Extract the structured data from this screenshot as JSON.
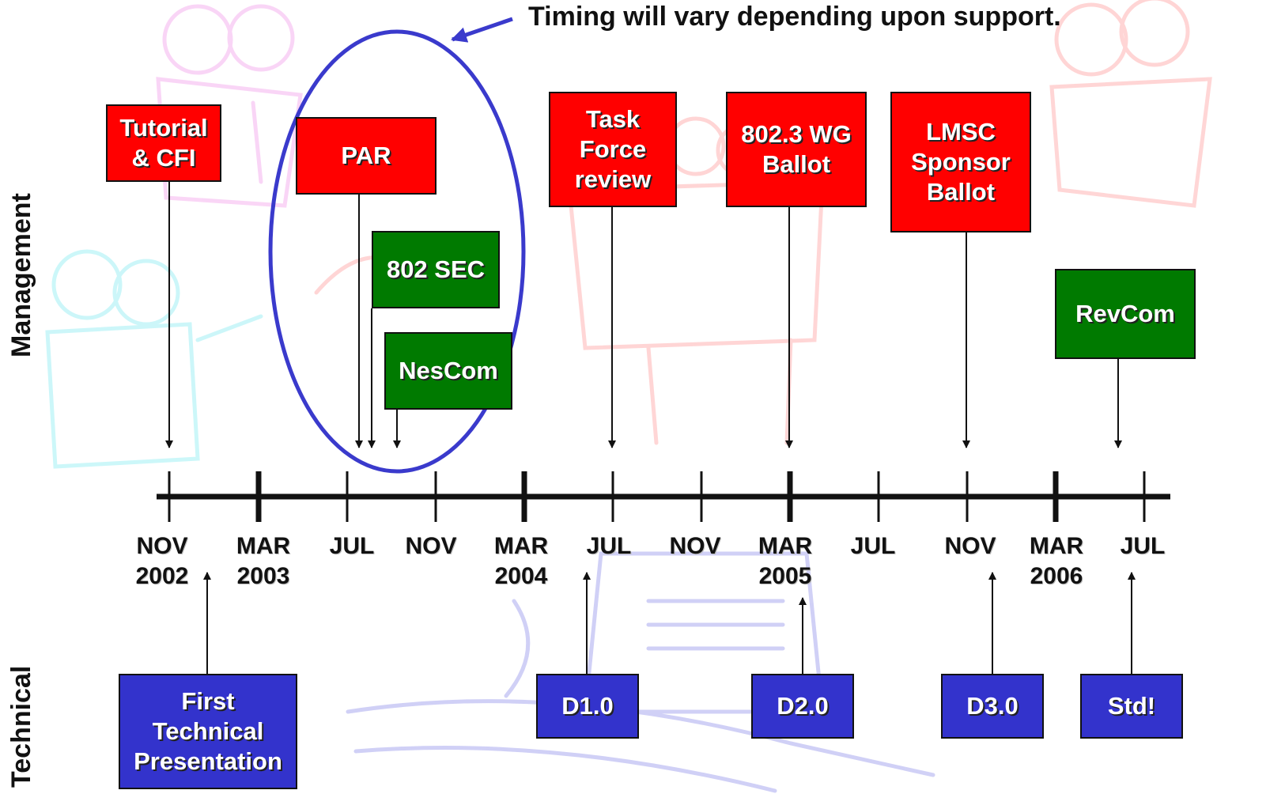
{
  "note": "Timing will vary depending upon support.",
  "side_labels": {
    "management": "Management",
    "technical": "Technical"
  },
  "colors": {
    "management_red": "#ff0000",
    "management_green": "#007a00",
    "technical_blue": "#3333cc",
    "highlight_oval": "#3a3acc"
  },
  "timeline_ticks": [
    {
      "month": "NOV",
      "year": "2002",
      "major": false
    },
    {
      "month": "MAR",
      "year": "2003",
      "major": true
    },
    {
      "month": "JUL",
      "year": "",
      "major": false
    },
    {
      "month": "NOV",
      "year": "",
      "major": false
    },
    {
      "month": "MAR",
      "year": "2004",
      "major": true
    },
    {
      "month": "JUL",
      "year": "",
      "major": false
    },
    {
      "month": "NOV",
      "year": "",
      "major": false
    },
    {
      "month": "MAR",
      "year": "2005",
      "major": true
    },
    {
      "month": "JUL",
      "year": "",
      "major": false
    },
    {
      "month": "NOV",
      "year": "",
      "major": false
    },
    {
      "month": "MAR",
      "year": "2006",
      "major": true
    },
    {
      "month": "JUL",
      "year": "",
      "major": false
    }
  ],
  "management_milestones": [
    {
      "label": "Tutorial\n& CFI",
      "color": "red"
    },
    {
      "label": "PAR",
      "color": "red"
    },
    {
      "label": "802 SEC",
      "color": "green"
    },
    {
      "label": "NesCom",
      "color": "green"
    },
    {
      "label": "Task\nForce\nreview",
      "color": "red"
    },
    {
      "label": "802.3 WG\nBallot",
      "color": "red"
    },
    {
      "label": "LMSC\nSponsor\nBallot",
      "color": "red"
    },
    {
      "label": "RevCom",
      "color": "green"
    }
  ],
  "technical_milestones": [
    {
      "label": "First\nTechnical\nPresentation"
    },
    {
      "label": "D1.0"
    },
    {
      "label": "D2.0"
    },
    {
      "label": "D3.0"
    },
    {
      "label": "Std!"
    }
  ]
}
